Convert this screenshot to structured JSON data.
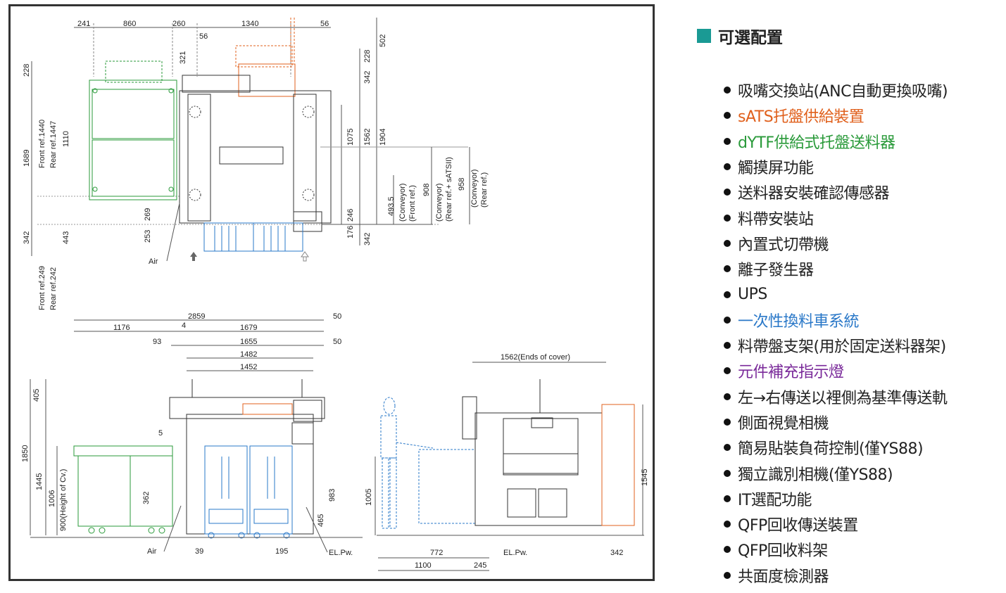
{
  "drawing": {
    "top_view": {
      "dims_top": [
        "241",
        "860",
        "260",
        "1340",
        "56"
      ],
      "dim_56_inner": "56",
      "dim_321": "321",
      "left_v": [
        "228",
        "1689",
        "342"
      ],
      "front_rear_top": [
        "Front ref.1440",
        "Rear ref.1447"
      ],
      "left_v2": [
        "1110",
        "443"
      ],
      "front_rear_bottom": [
        "Front ref.249",
        "Rear ref.242"
      ],
      "inner_v": [
        "269",
        "253"
      ],
      "right_v": [
        "228",
        "342",
        "502",
        "1075",
        "1562",
        "1904",
        "246",
        "176",
        "342"
      ],
      "conveyor": [
        {
          "value": "493.5",
          "label1": "(Conveyor)",
          "label2": "(Front ref.)"
        },
        {
          "value": "908",
          "label1": "(Conveyor)",
          "label2": "(Rear ref.+ sATSII)"
        },
        {
          "value": "958",
          "label1": "(Conveyor)",
          "label2": "(Rear ref.)"
        }
      ],
      "air_label": "Air"
    },
    "front_view": {
      "dims_h": [
        "2859",
        "50",
        "1176",
        "4",
        "1679",
        "93",
        "1655",
        "50",
        "1482",
        "1452",
        "5"
      ],
      "dims_v": [
        "405",
        "1850",
        "1445",
        "1006",
        "900(Height of Cv.)",
        "362",
        "983",
        "465"
      ],
      "bottom": [
        "Air",
        "39",
        "195",
        "EL.Pw."
      ]
    },
    "side_view": {
      "cover_dim": "1562(Ends of cover)",
      "dims_v": [
        "1005",
        "1545"
      ],
      "bottom": [
        "772",
        "1100",
        "245",
        "EL.Pw.",
        "342"
      ]
    }
  },
  "options": {
    "title": "可選配置",
    "title_color": "#1a9a94",
    "items": [
      {
        "text": "吸嘴交換站(ANC自動更換吸嘴)",
        "color": "#222222"
      },
      {
        "text": "sATS托盤供給裝置",
        "color": "#e0601c"
      },
      {
        "text": "dYTF供給式托盤送料器",
        "color": "#2a9a3a"
      },
      {
        "text": "觸摸屏功能",
        "color": "#222222"
      },
      {
        "text": "送料器安裝確認傳感器",
        "color": "#222222"
      },
      {
        "text": "料帶安裝站",
        "color": "#222222"
      },
      {
        "text": "內置式切帶機",
        "color": "#222222"
      },
      {
        "text": "離子發生器",
        "color": "#222222"
      },
      {
        "text": "UPS",
        "color": "#222222"
      },
      {
        "text": "一次性換料車系統",
        "color": "#2a78c8"
      },
      {
        "text": "料帶盤支架(用於固定送料器架)",
        "color": "#222222"
      },
      {
        "text": "元件補充指示燈",
        "color": "#7a2a9a"
      },
      {
        "text": "左→右傳送以裡側為基準傳送軌",
        "color": "#222222"
      },
      {
        "text": "側面視覺相機",
        "color": "#222222"
      },
      {
        "text": "簡易貼裝負荷控制(僅YS88)",
        "color": "#222222"
      },
      {
        "text": "獨立識別相機(僅YS88)",
        "color": "#222222"
      },
      {
        "text": "IT選配功能",
        "color": "#222222"
      },
      {
        "text": "QFP回收傳送裝置",
        "color": "#222222"
      },
      {
        "text": "QFP回收料架",
        "color": "#222222"
      },
      {
        "text": "共面度檢測器",
        "color": "#222222"
      }
    ]
  }
}
